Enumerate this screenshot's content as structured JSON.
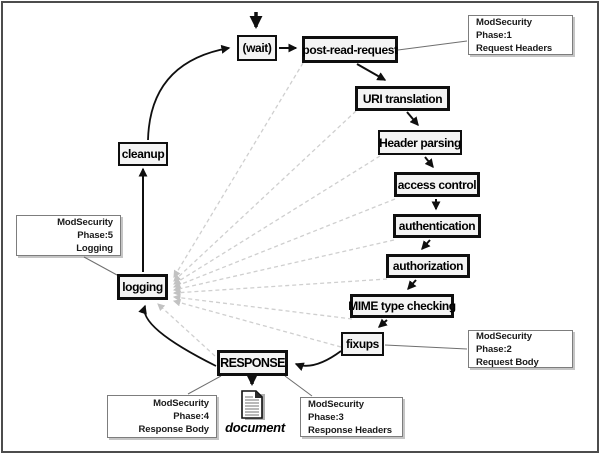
{
  "diagram": {
    "nodes": {
      "wait": "(wait)",
      "post_read_request": "post-read-request",
      "uri_translation": "URI translation",
      "header_parsing": "Header parsing",
      "access_control": "access control",
      "authentication": "authentication",
      "authorization": "authorization",
      "mime_type_checking": "MIME type checking",
      "fixups": "fixups",
      "response": "RESPONSE",
      "logging": "logging",
      "cleanup": "cleanup",
      "document_label": "document"
    },
    "annotations": {
      "phase1": {
        "line1": "ModSecurity Phase:1",
        "line2": "Request Headers"
      },
      "phase2": {
        "line1": "ModSecurity Phase:2",
        "line2": "Request Body"
      },
      "phase3": {
        "line1": "ModSecurity Phase:3",
        "line2": "Response Headers"
      },
      "phase4": {
        "line1": "ModSecurity Phase:4",
        "line2": "Response Body"
      },
      "phase5": {
        "line1": "ModSecurity Phase:5",
        "line2": "Logging"
      }
    },
    "colors": {
      "background": "#ffffff",
      "node_fill": "#f4f4f4",
      "node_border": "#0f0f0f",
      "annotation_border": "#7d7d7d",
      "dashed_line": "#cccccc",
      "frame_border": "#4c4c4c",
      "text": "#000000"
    }
  }
}
